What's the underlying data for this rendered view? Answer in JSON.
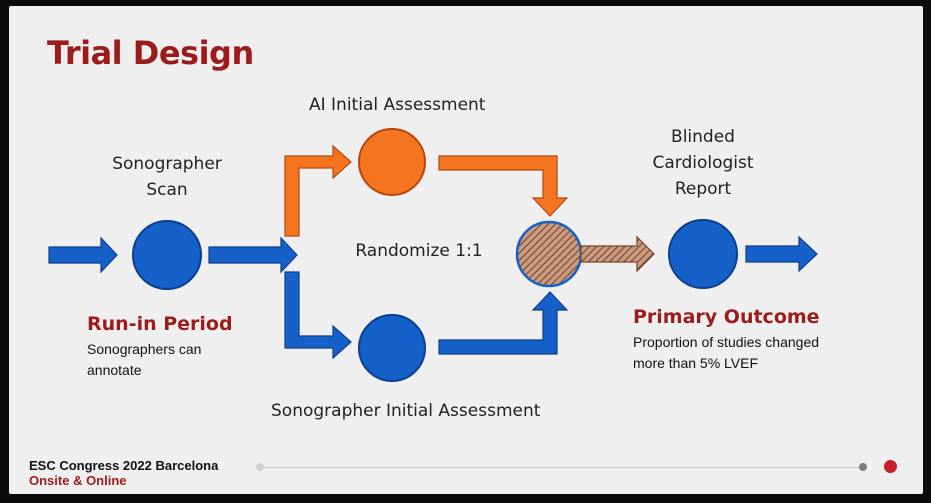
{
  "slide": {
    "title": "Trial Design",
    "labels": {
      "sonographer_scan": "Sonographer\nScan",
      "ai_initial_assessment": "AI Initial Assessment",
      "randomize": "Randomize 1:1",
      "blinded_report": "Blinded\nCardiologist\nReport",
      "sonographer_initial_assessment": "Sonographer Initial Assessment"
    },
    "run_in": {
      "heading": "Run-in Period",
      "text": "Sonographers can\nannotate"
    },
    "primary_outcome": {
      "heading": "Primary Outcome",
      "text": "Proportion of studies changed\nmore than 5% LVEF"
    }
  },
  "footer": {
    "congress": "ESC Congress 2022 Barcelona",
    "subtitle": "Onsite & Online"
  },
  "colors": {
    "blue": "#1560c9",
    "orange": "#f47420",
    "hatched_brown": "#a9694a",
    "title_red": "#9c1c1c"
  }
}
